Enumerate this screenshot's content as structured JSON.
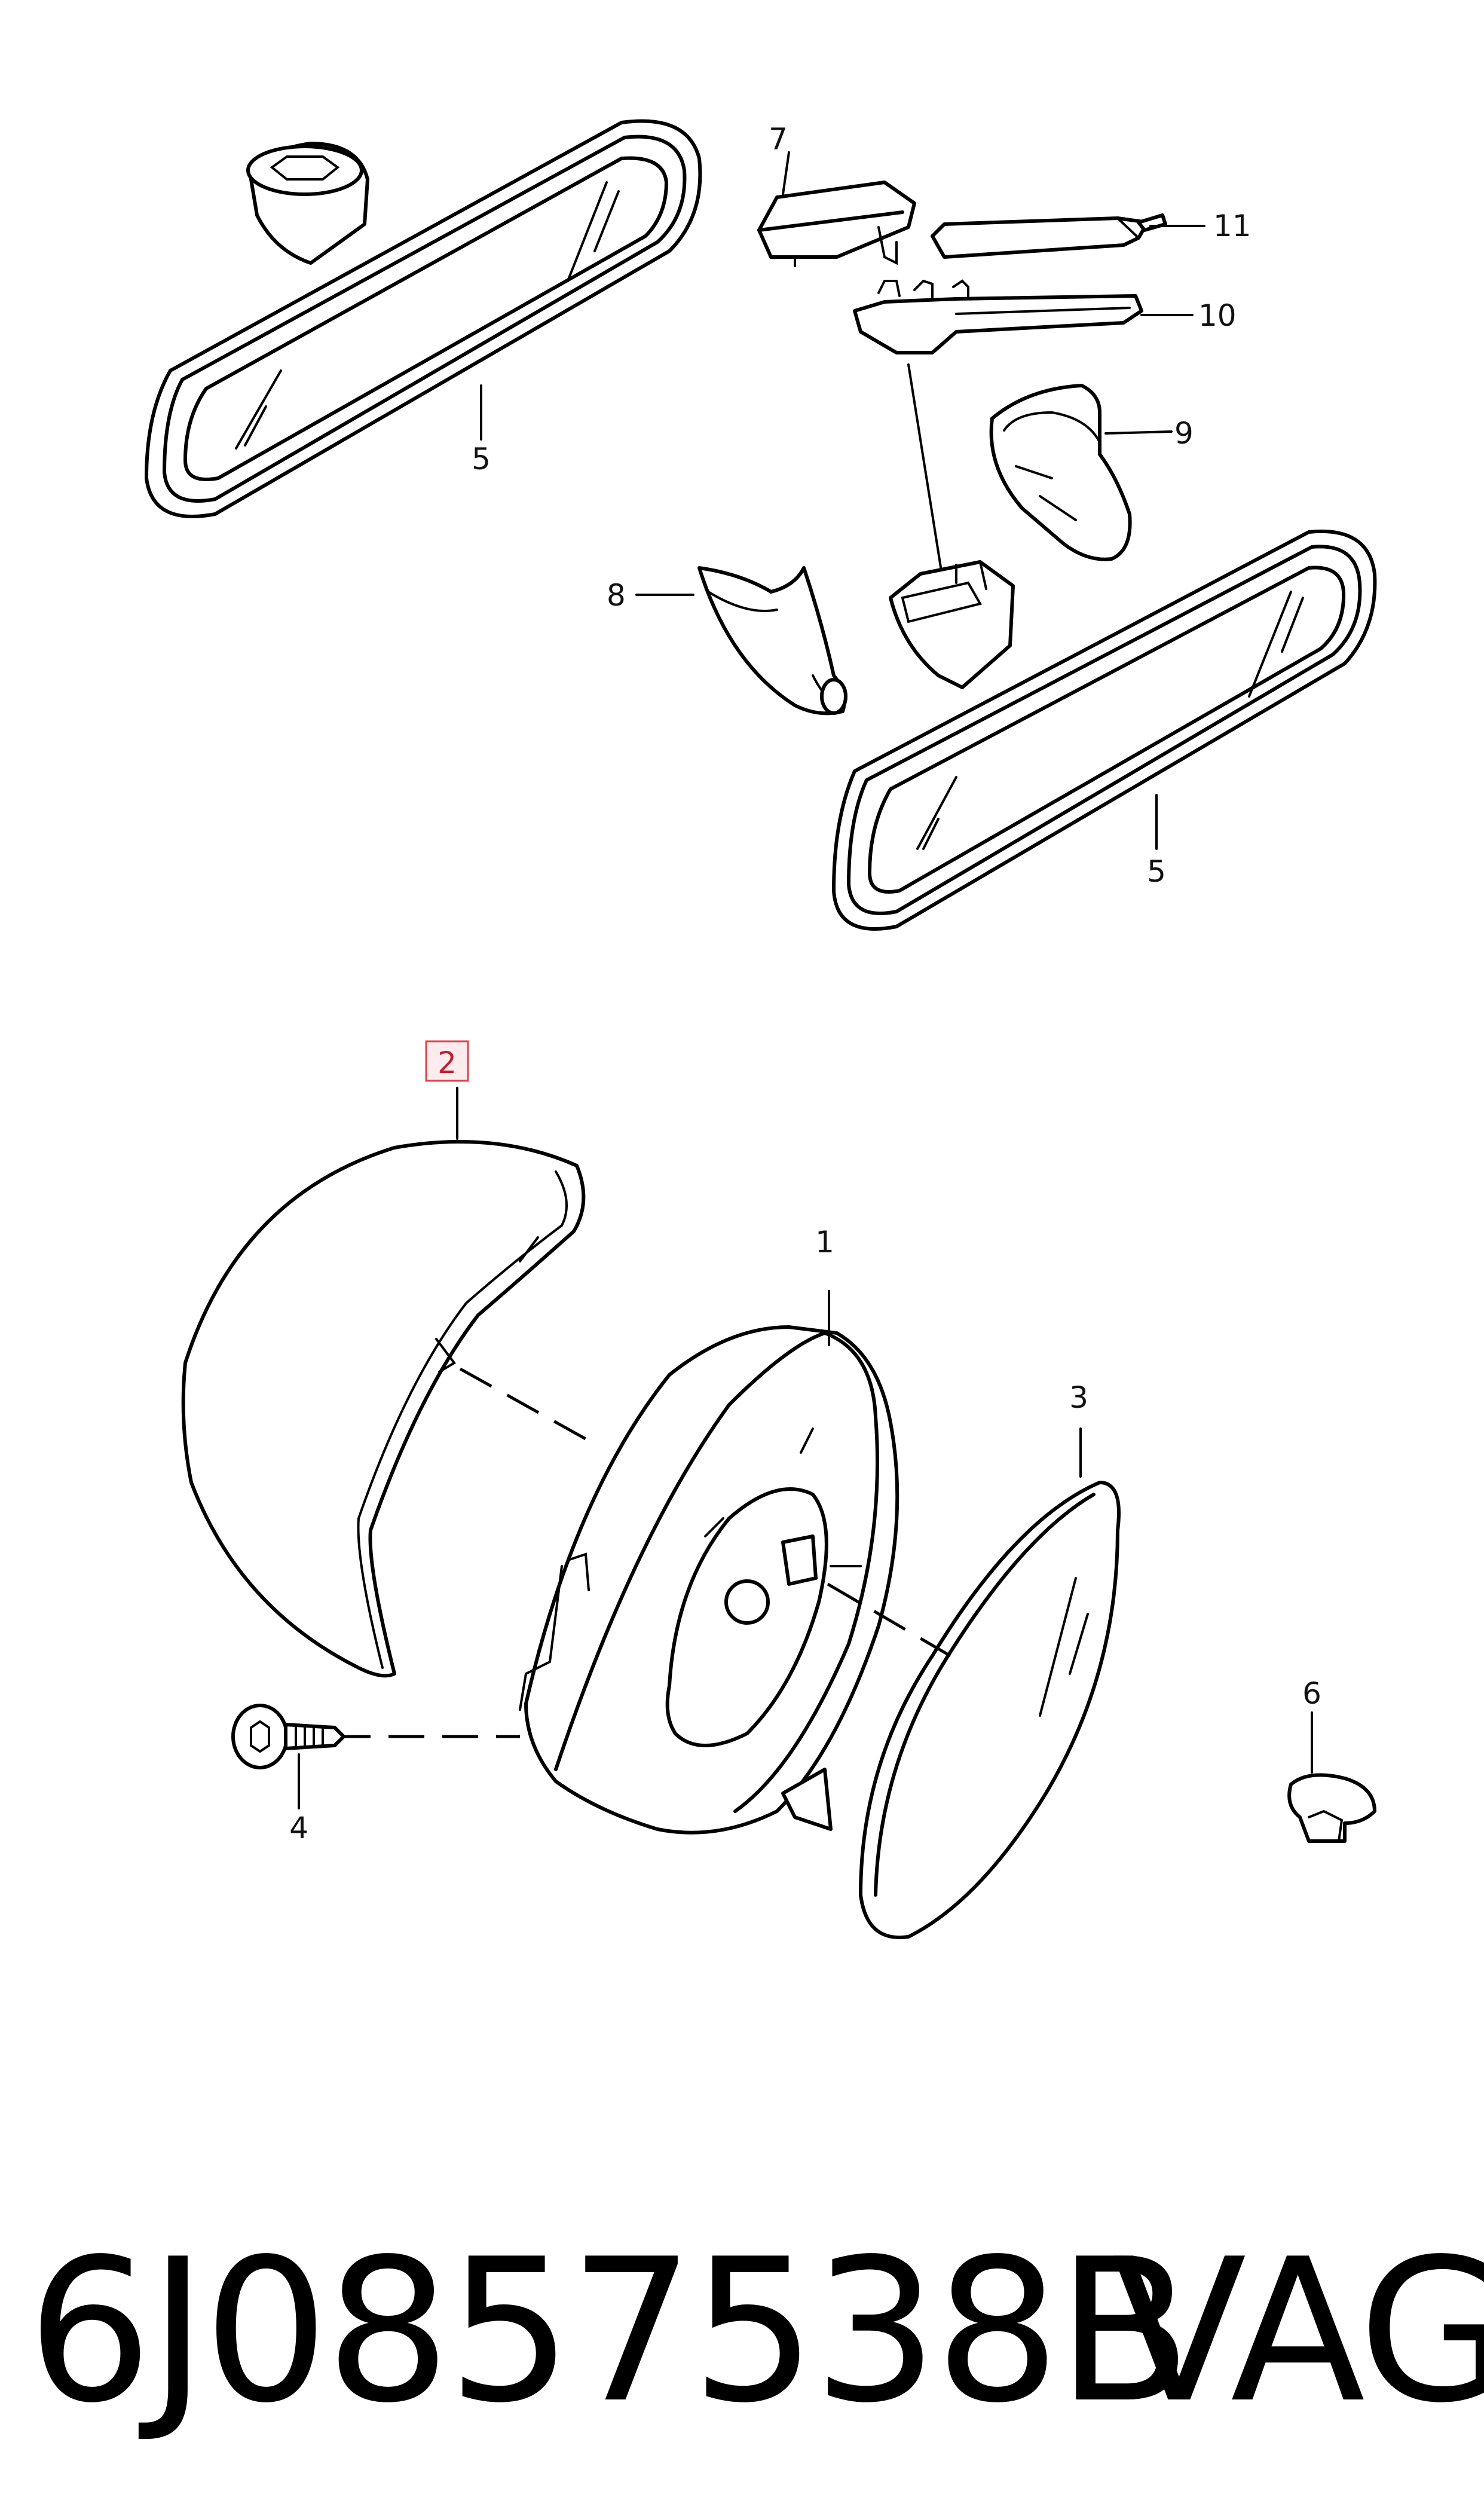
{
  "callouts": {
    "c1": "1",
    "c2": "2",
    "c3": "3",
    "c4": "4",
    "c5a": "5",
    "c5b": "5",
    "c6": "6",
    "c7": "7",
    "c8": "8",
    "c9": "9",
    "c10": "10",
    "c11": "11"
  },
  "highlighted_callout": "2",
  "highlight_color": "#e0404a",
  "footer": {
    "part_number": "6J0857538B",
    "brand": "VAG"
  }
}
